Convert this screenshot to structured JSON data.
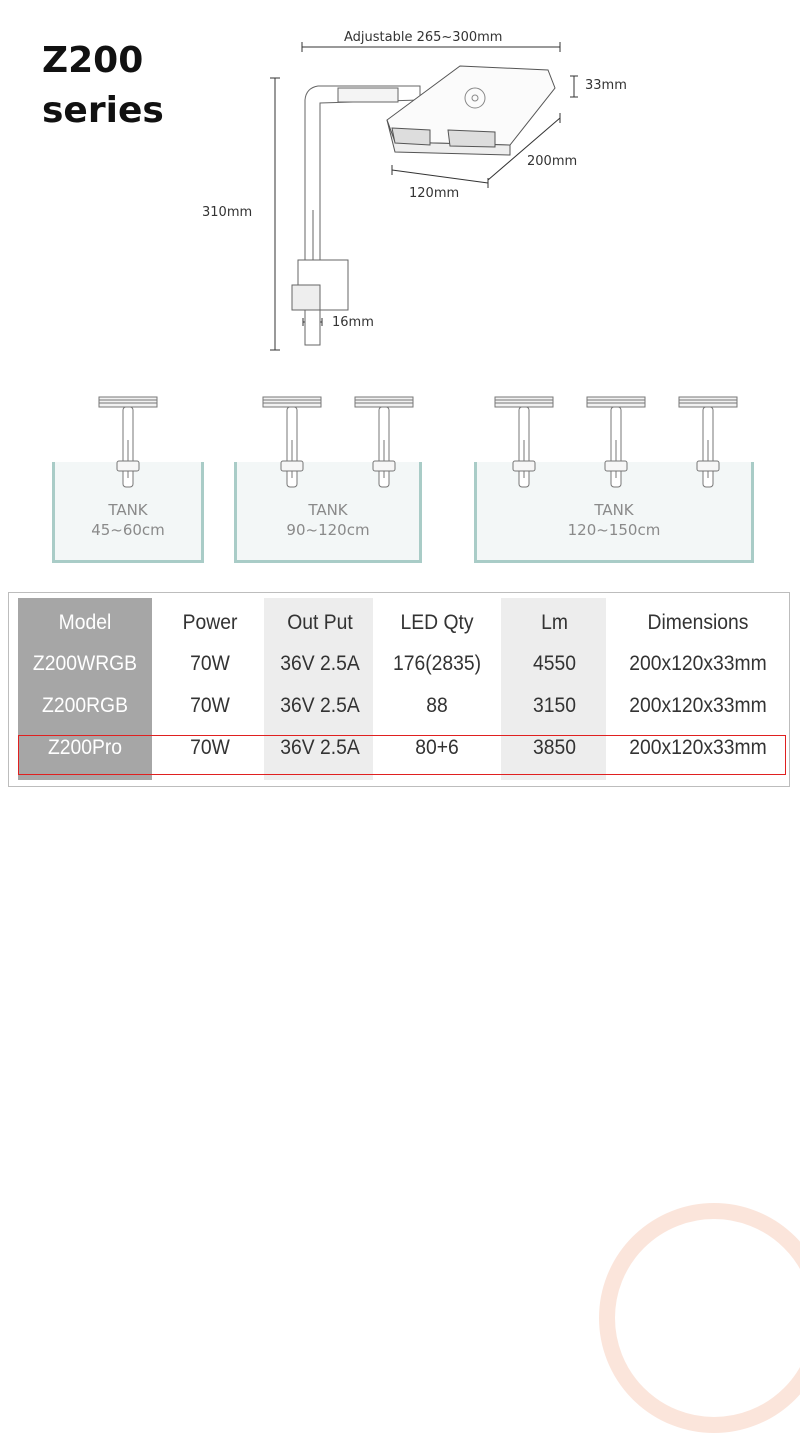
{
  "title": {
    "line1": "Z200",
    "line2": "series"
  },
  "dimensions": {
    "adjustable": "Adjustable 265~300mm",
    "height_33": "33mm",
    "depth_200": "200mm",
    "width_120": "120mm",
    "height_310": "310mm",
    "clamp_16": "16mm"
  },
  "tanks": [
    {
      "label": "TANK",
      "size": "45~60cm",
      "lights": 1
    },
    {
      "label": "TANK",
      "size": "90~120cm",
      "lights": 2
    },
    {
      "label": "TANK",
      "size": "120~150cm",
      "lights": 3
    }
  ],
  "table": {
    "headers": [
      "Model",
      "Power",
      "Out Put",
      "LED Qty",
      "Lm",
      "Dimensions"
    ],
    "rows": [
      [
        "Z200WRGB",
        "70W",
        "36V 2.5A",
        "176(2835)",
        "4550",
        "200x120x33mm"
      ],
      [
        "Z200RGB",
        "70W",
        "36V 2.5A",
        "88",
        "3150",
        "200x120x33mm"
      ],
      [
        "Z200Pro",
        "70W",
        "36V 2.5A",
        "80+6",
        "3850",
        "200x120x33mm"
      ]
    ],
    "highlighted_row": 2
  },
  "colors": {
    "model_col": "#a6a6a6",
    "shade_col": "#ededed",
    "highlight": "#e02020",
    "tank_border": "#a9ccc7"
  }
}
